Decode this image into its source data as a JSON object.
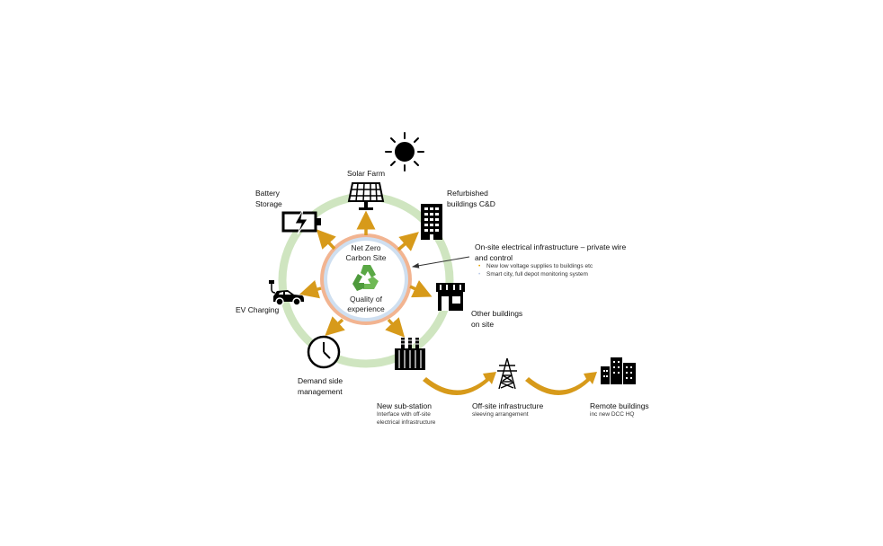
{
  "center": {
    "title_line1": "Net Zero",
    "title_line2": "Carbon Site",
    "quality_line1": "Quality of",
    "quality_line2": "experience"
  },
  "nodes": {
    "solar": {
      "label": "Solar Farm",
      "icon": "solar-panel-icon"
    },
    "sun": {
      "icon": "sun-icon"
    },
    "battery": {
      "label_line1": "Battery",
      "label_line2": "Storage",
      "icon": "battery-charging-icon"
    },
    "refurbished": {
      "label_line1": "Refurbished",
      "label_line2": "buildings C&D",
      "icon": "building-icon"
    },
    "ev": {
      "label": "EV Charging",
      "icon": "ev-car-icon"
    },
    "other_buildings": {
      "label_line1": "Other buildings",
      "label_line2": "on site",
      "icon": "shop-icon"
    },
    "demand": {
      "label_line1": "Demand side",
      "label_line2": "management",
      "icon": "clock-icon"
    },
    "substation": {
      "label": "New sub-station",
      "sub_line1": "Interface with off-site",
      "sub_line2": "electrical infrastructure",
      "icon": "transformer-icon"
    },
    "offsite": {
      "label": "Off-site infrastructure",
      "sub_line1": "sleeving arrangement",
      "icon": "pylon-icon"
    },
    "remote": {
      "label": "Remote buildings",
      "sub_line1": "inc new DCC HQ",
      "icon": "city-icon"
    }
  },
  "callout": {
    "title_line1": "On-site electrical infrastructure – private wire",
    "title_line2": "and control",
    "bullets": [
      "New low voltage supplies to buildings etc",
      "Smart city, full depot monitoring system"
    ]
  },
  "colors": {
    "ring": "#cfe5c0",
    "arrow": "#d79a1a",
    "center_outer": "#f2b491",
    "center_inner": "#cfdff0",
    "recycle": "#5aa845"
  }
}
